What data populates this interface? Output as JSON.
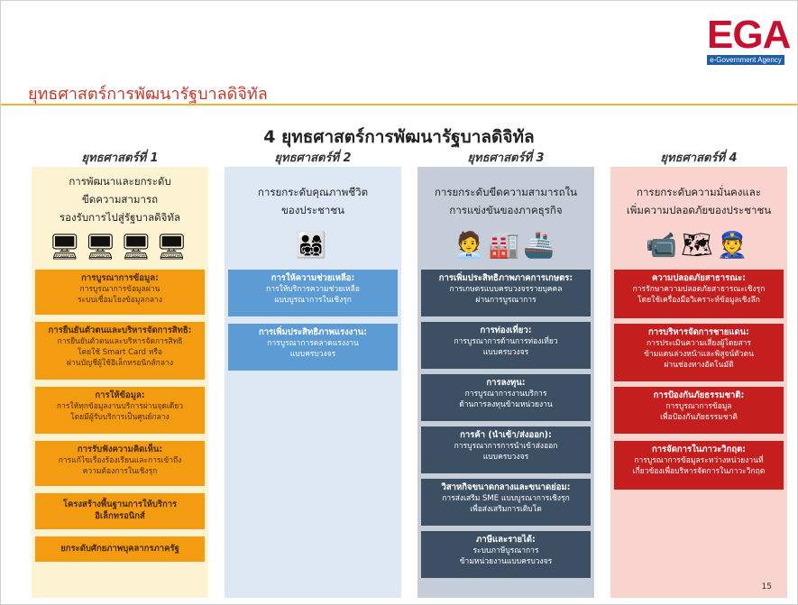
{
  "logo": {
    "mark": "EGA",
    "tagline": "e-Government Agency"
  },
  "slide_title": "ยุทธศาสตร์การพัฒนารัฐบาลดิจิทัล",
  "main_title": "4 ยุทธศาสตร์การพัฒนารัฐบาลดิจิทัล",
  "columns": [
    {
      "heading": "ยุทธศาสตร์ที่ 1",
      "intro": [
        "การพัฒนาและยกระดับ",
        "ขีดความสามารถ",
        "รองรับการไปสู่รัฐบาลดิจิทัล"
      ],
      "icon": "network-computers-icon",
      "icon_glyph": "🖥🖥🖥🖥",
      "boxes": [
        {
          "title": "การบูรณาการข้อมูล:",
          "desc": "การบูรณาการข้อมูลผ่าน\nระบบเชื่อมโยงข้อมูลกลาง"
        },
        {
          "title": "การยืนยันตัวตนและบริหารจัดการสิทธิ:",
          "desc": "การยืนยันตัวตนและบริหารจัดการสิทธิ\nโดยใช้ Smart Card หรือ\nผ่านบัญชีผู้ใช้อิเล็กทรอนิกส์กลาง"
        },
        {
          "title": "การให้ข้อมูล:",
          "desc": "การให้ทุกข้อมูลงานบริการผ่านจุดเดียว\nโดยมีผู้รับบริการเป็นศูนย์กลาง"
        },
        {
          "title": "การรับฟังความคิดเห็น:",
          "desc": "การแก้ไขเรื่องร้องเรียนและการเข้าถึง\nความต้องการในเชิงรุก"
        },
        {
          "title": "โครงสร้างพื้นฐานการให้บริการ\nอิเล็กทรอนิกส์",
          "desc": ""
        },
        {
          "title": "ยกระดับศักยภาพบุคลากรภาครัฐ",
          "desc": ""
        }
      ]
    },
    {
      "heading": "ยุทธศาสตร์ที่ 2",
      "intro": [
        "การยกระดับคุณภาพชีวิต",
        "ของประชาชน"
      ],
      "icon": "family-icon",
      "icon_glyph": "👨‍👩‍👧‍👦",
      "boxes": [
        {
          "title": "การให้ความช่วยเหลือ:",
          "desc": "การให้บริการความช่วยเหลือ\nแบบบูรณาการในเชิงรุก"
        },
        {
          "title": "การเพิ่มประสิทธิภาพแรงงาน:",
          "desc": "การบูรณาการตลาดแรงงาน\nแบบครบวงจร"
        }
      ]
    },
    {
      "heading": "ยุทธศาสตร์ที่ 3",
      "intro": [
        "การยกระดับขีดความสามารถใน",
        "การแข่งขันของภาคธุรกิจ"
      ],
      "icon": "business-industry-ship-icon",
      "icon_glyph": "🧑‍💼🏭🚢",
      "boxes": [
        {
          "title": "การเพิ่มประสิทธิภาพภาคการเกษตร:",
          "desc": "การเกษตรแบบครบวงจรรายบุคคล\nผ่านการบูรณาการ"
        },
        {
          "title": "การท่องเที่ยว:",
          "desc": "การบูรณาการด้านการท่องเที่ยว\nแบบครบวงจร"
        },
        {
          "title": "การลงทุน:",
          "desc": "การบูรณาการงานบริการ\nด้านการลงทุนข้ามหน่วยงาน"
        },
        {
          "title": "การค้า (นำเข้า/ส่งออก):",
          "desc": "การบูรณาการการนำเข้าส่งออก\nแบบครบวงจร"
        },
        {
          "title": "วิสาหกิจขนาดกลางและขนาดย่อม:",
          "desc": "การส่งเสริม SME แบบบูรณาการเชิงรุก\nเพื่อส่งเสริมการเติบโต"
        },
        {
          "title": "ภาษีและรายได้:",
          "desc": "ระบบภาษีบูรณาการ\nข้ามหน่วยงานแบบครบวงจร"
        }
      ]
    },
    {
      "heading": "ยุทธศาสตร์ที่ 4",
      "intro": [
        "การยกระดับความมั่นคงและ",
        "เพิ่มความปลอดภัยของประชาชน"
      ],
      "icon": "security-map-police-icon",
      "icon_glyph": "📹🗺👮",
      "boxes": [
        {
          "title": "ความปลอดภัยสาธารณะ:",
          "desc": "การรักษาความปลอดภัยสาธารณะเชิงรุก\nโดยใช้เครื่องมือวิเคราะห์ข้อมูลเชิงลึก"
        },
        {
          "title": "การบริหารจัดการชายแดน:",
          "desc": "การประเมินความเสี่ยงผู้โดยสาร\nข้ามแดนล่วงหน้าและพิสูจน์ตัวตน\nผ่านช่องทางอัตโนมัติ"
        },
        {
          "title": "การป้องกันภัยธรรมชาติ:",
          "desc": "การบูรณาการข้อมูล\nเพื่อป้องกันภัยธรรมชาติ"
        },
        {
          "title": "การจัดการในภาวะวิกฤต:",
          "desc": "การบูรณาการข้อมูลระหว่างหน่วยงานที่\nเกี่ยวข้องเพื่อบริหารจัดการในภาวะวิกฤต"
        }
      ]
    }
  ],
  "page_number": "15",
  "colors": {
    "title_red": "#c0392b",
    "rule_gold": "#f2b233",
    "orange": "#f39c12",
    "blue": "#5d9bd5",
    "slate": "#3d4f62",
    "red": "#c41e1e"
  }
}
